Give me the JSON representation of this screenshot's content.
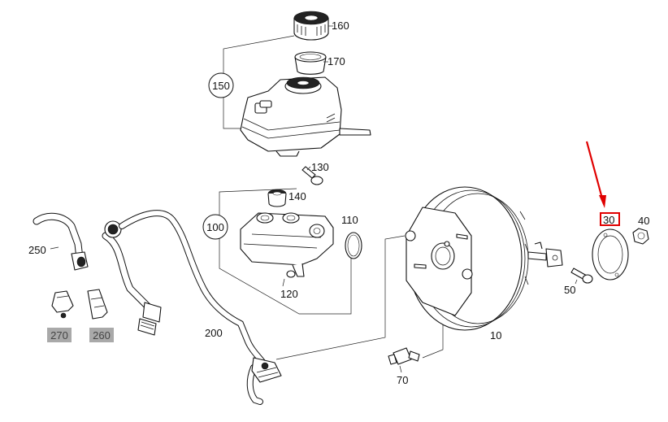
{
  "parts": {
    "p160": "160",
    "p170": "170",
    "p150": "150",
    "p130": "130",
    "p140": "140",
    "p100": "100",
    "p110": "110",
    "p120": "120",
    "p250": "250",
    "p270": "270",
    "p260": "260",
    "p200": "200",
    "p10": "10",
    "p70": "70",
    "p50": "50",
    "p30": "30",
    "p40": "40"
  },
  "colors": {
    "highlight_box": "#e00000",
    "arrow": "#e00000",
    "grey_label_bg": "#a9a9a9"
  },
  "highlighted_part": "30"
}
